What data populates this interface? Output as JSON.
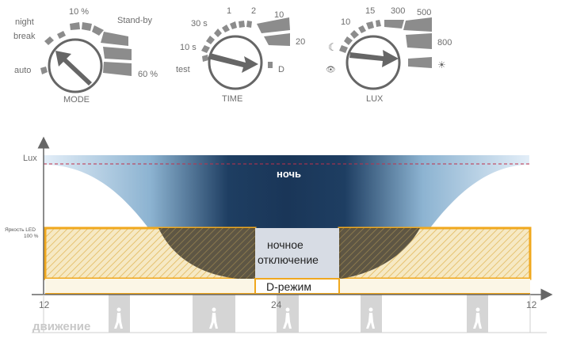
{
  "dials": [
    {
      "name": "MODE",
      "labels": [
        "night",
        "break",
        "10 %",
        "Stand-by",
        "auto",
        "60 %"
      ]
    },
    {
      "name": "TIME",
      "labels": [
        "30 s",
        "1",
        "2",
        "10",
        "20",
        "10 s",
        "test",
        "D"
      ]
    },
    {
      "name": "LUX",
      "labels": [
        "10",
        "15",
        "300",
        "500",
        "800",
        "☾",
        "☀",
        "👁"
      ]
    }
  ],
  "diagram": {
    "y_label_lux": "Lux",
    "y_label_led_line1": "Яркость LED",
    "y_label_led_line2": "100 %",
    "night_label": "ночь",
    "night_off_line1": "ночное",
    "night_off_line2": "отключение",
    "d_mode_label": "D-режим",
    "x_ticks": [
      "12",
      "24",
      "12"
    ],
    "motion_label": "движение",
    "colors": {
      "night_dark": "#1c3a5c",
      "night_light": "#cfe3f2",
      "led_orange": "#f0a81e",
      "dashed_threshold": "#c0304a",
      "motion_bar": "#d5d5d5"
    }
  }
}
